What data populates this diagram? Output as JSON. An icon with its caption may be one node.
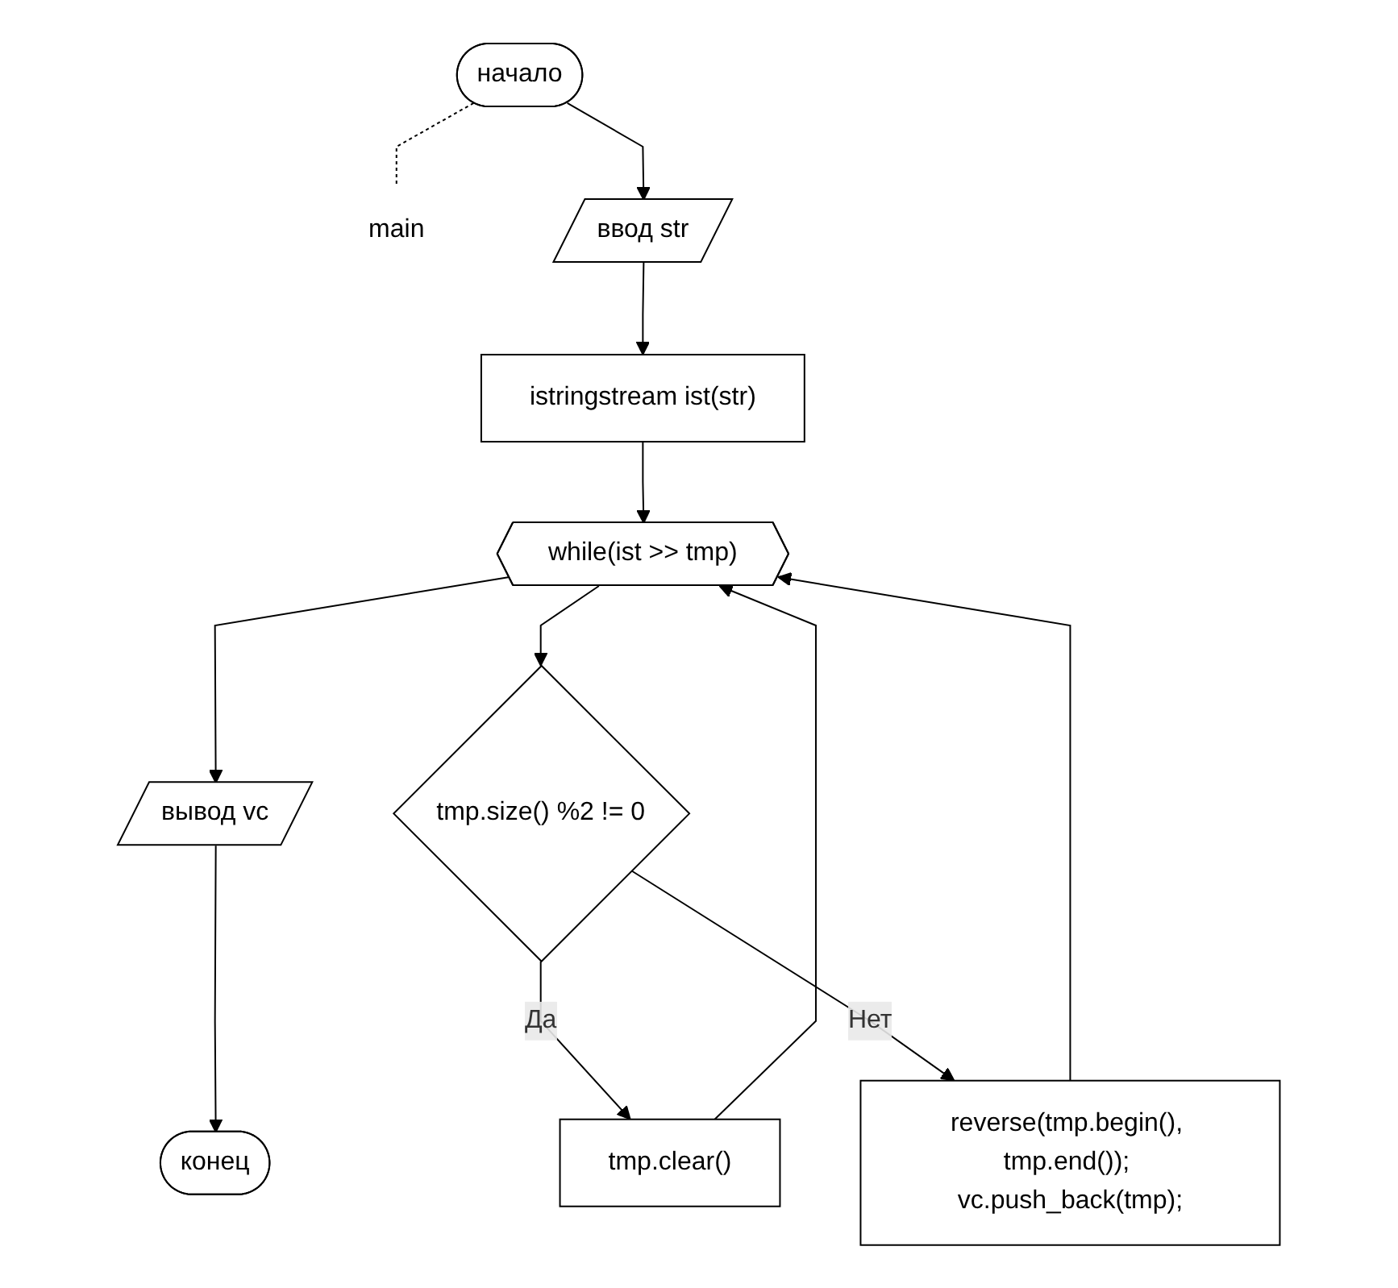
{
  "diagram": {
    "nodes": [
      {
        "text": [
          "начало"
        ]
      },
      {
        "text": [
          "main"
        ]
      },
      {
        "text": [
          "ввод str"
        ]
      },
      {
        "text": [
          "istringstream ist(str)"
        ]
      },
      {
        "text": [
          "while(ist >> tmp)"
        ]
      },
      {
        "text": [
          "вывод vc"
        ]
      },
      {
        "text": [
          "конец"
        ]
      },
      {
        "text": [
          "tmp.size() %2 != 0"
        ]
      },
      {
        "text": [
          "tmp.clear()"
        ]
      },
      {
        "text": [
          "reverse(tmp.begin(), tmp.end()); vc.push_back(tmp);"
        ]
      }
    ],
    "edges": [
      {
        "from": 0,
        "to": 1,
        "arrow": "none",
        "style": "dashed"
      },
      {
        "from": 0,
        "to": 2,
        "arrow": "to"
      },
      {
        "from": 2,
        "to": 3,
        "arrow": "to"
      },
      {
        "from": 3,
        "to": 4,
        "arrow": "to"
      },
      {
        "from": 4,
        "to": 5,
        "arrow": "to"
      },
      {
        "from": 5,
        "to": 6,
        "arrow": "to"
      },
      {
        "from": 4,
        "to": 7,
        "arrow": "to"
      },
      {
        "from": 7,
        "to": 8,
        "arrow": "to",
        "label": "Да"
      },
      {
        "from": 7,
        "to": 9,
        "arrow": "to",
        "label": "Нет"
      },
      {
        "from": 8,
        "to": 4,
        "arrow": "to"
      },
      {
        "from": 9,
        "to": 4,
        "arrow": "to"
      }
    ]
  }
}
